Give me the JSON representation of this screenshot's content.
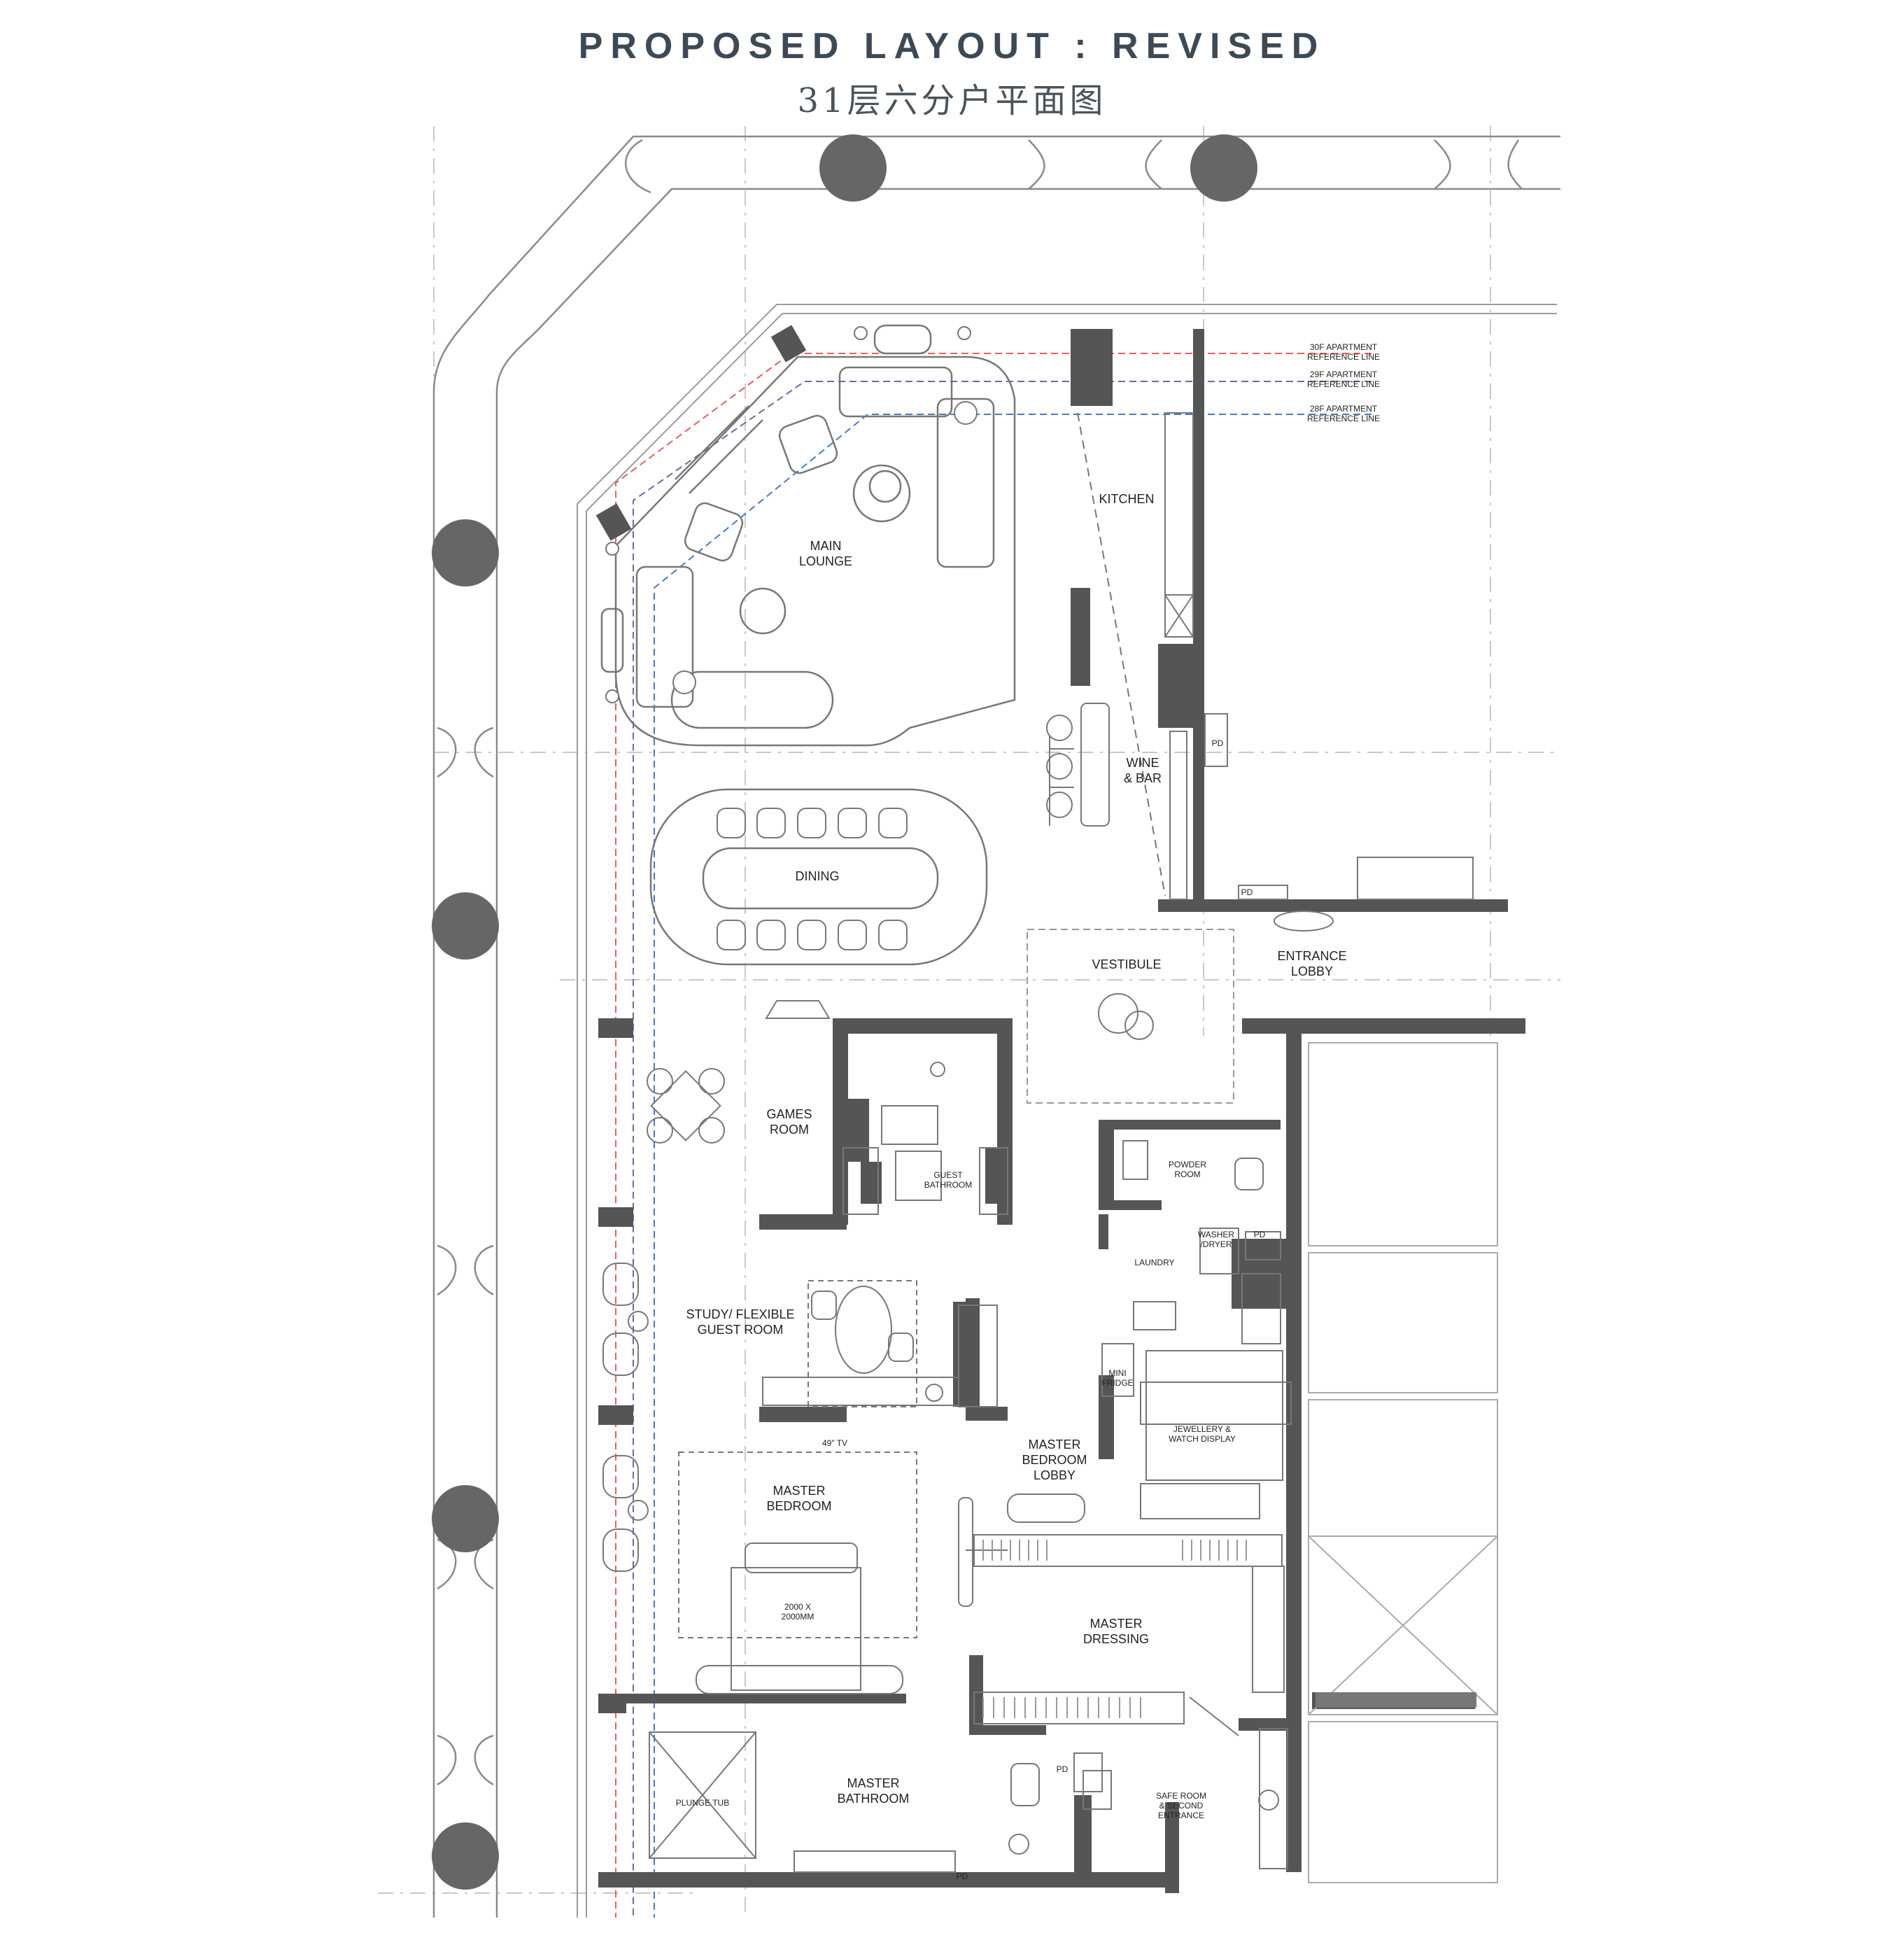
{
  "header": {
    "title": "PROPOSED LAYOUT : REVISED",
    "subtitle": "31层六分户平面图"
  },
  "colors": {
    "wall": "#555555",
    "line": "#7a7a7a",
    "faint": "#c8c8c8",
    "ref_red": "#e06060",
    "ref_blue": "#4a78c0",
    "title": "#3d4a55"
  },
  "reference_lines": [
    {
      "line1": "30F APARTMENT",
      "line2": "REFERENCE LINE"
    },
    {
      "line1": "29F APARTMENT",
      "line2": "REFERENCE LINE"
    },
    {
      "line1": "28F APARTMENT",
      "line2": "REFERENCE LINE"
    }
  ],
  "rooms": {
    "main_lounge": [
      "MAIN",
      "LOUNGE"
    ],
    "kitchen": "KITCHEN",
    "wine_bar": [
      "WINE",
      "& BAR"
    ],
    "dining": "DINING",
    "vestibule": "VESTIBULE",
    "entrance_lobby": [
      "ENTRANCE",
      "LOBBY"
    ],
    "games_room": [
      "GAMES",
      "ROOM"
    ],
    "guest_bathroom": [
      "GUEST",
      "BATHROOM"
    ],
    "powder_room": [
      "POWDER",
      "ROOM"
    ],
    "washer_dryer": [
      "WASHER",
      "/DRYER"
    ],
    "laundry": "LAUNDRY",
    "study": [
      "STUDY/ FLEXIBLE",
      "GUEST ROOM"
    ],
    "mini_fridge": [
      "MINI",
      "FRIDGE"
    ],
    "jewellery": [
      "JEWELLERY &",
      "WATCH DISPLAY"
    ],
    "tv": "49\" TV",
    "master_bedroom": [
      "MASTER",
      "BEDROOM"
    ],
    "master_bedroom_lobby": [
      "MASTER",
      "BEDROOM",
      "LOBBY"
    ],
    "bed_size": [
      "2000 X",
      "2000MM"
    ],
    "master_dressing": [
      "MASTER",
      "DRESSING"
    ],
    "plunge_tub": "PLUNGE TUB",
    "master_bathroom": [
      "MASTER",
      "BATHROOM"
    ],
    "safe_room": [
      "SAFE ROOM",
      "& SECOND",
      "ENTRANCE"
    ],
    "pd": "PD"
  }
}
